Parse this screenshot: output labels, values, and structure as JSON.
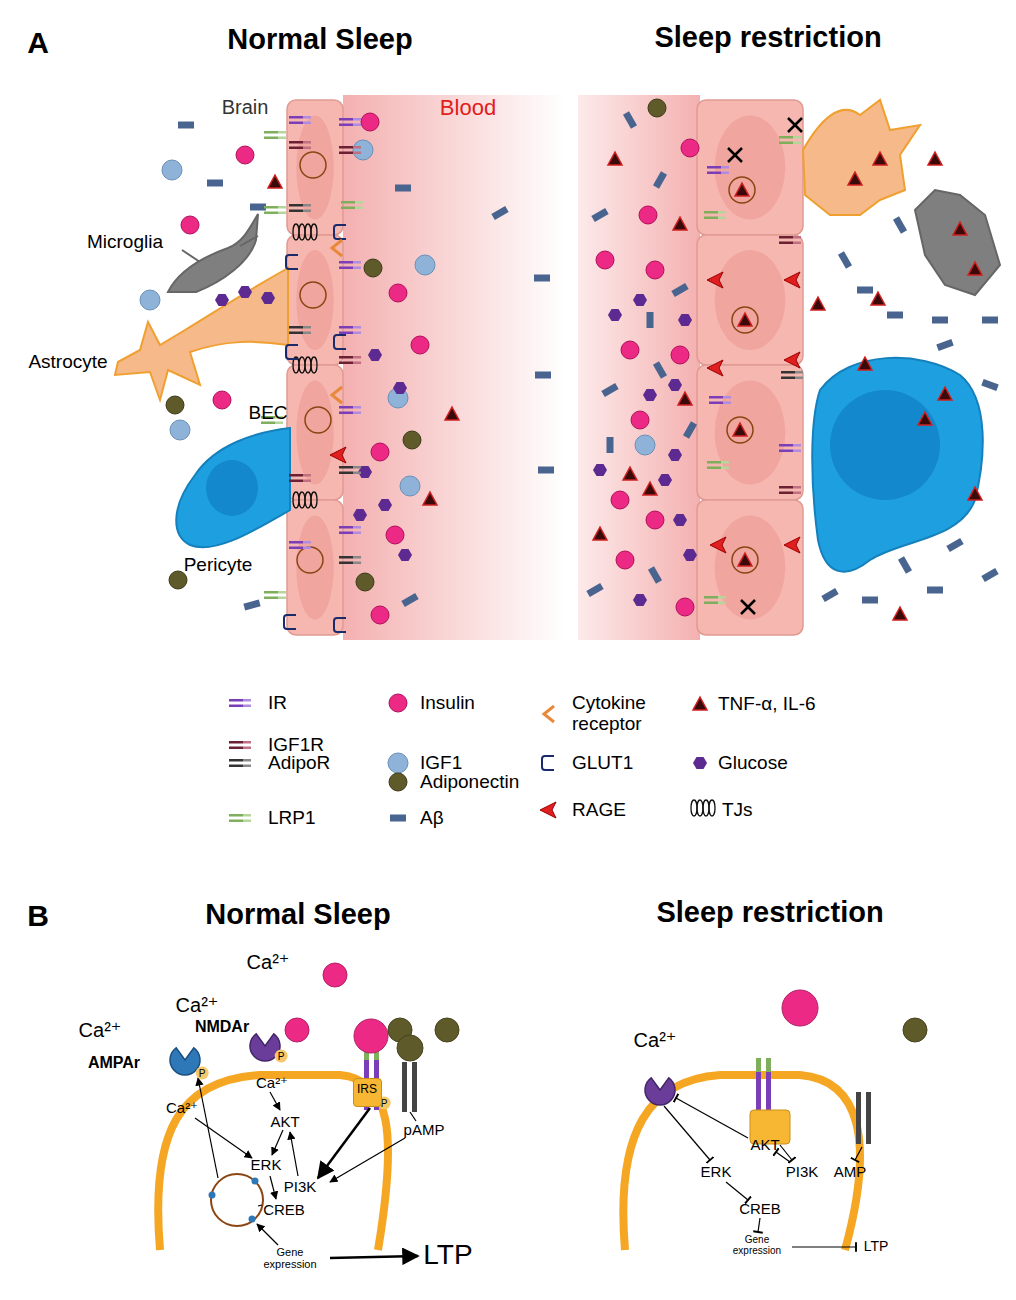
{
  "diagram": {
    "nodes": [
      {
        "text": [
          "IRS"
        ]
      }
    ],
    "labels": [
      "A",
      "Normal Sleep",
      "Sleep restriction",
      "Brain",
      "Blood",
      "Microglia",
      "Astrocyte",
      "BEC",
      "Pericyte",
      "B",
      "Normal Sleep",
      "Sleep restriction",
      "Ca²⁺",
      "Ca²⁺",
      "NMDAr",
      "Ca²⁺",
      "AMPAr",
      "P",
      "P",
      "Ca²⁺",
      "AKT",
      "Ca²⁺",
      "ERK",
      "pAMP",
      "PI3K",
      "CREB",
      "Gene expression",
      "LTP",
      "P",
      "Ca²⁺",
      "AKT",
      "ERK",
      "PI3K",
      "AMP",
      "CREB",
      "Gene expression",
      "LTP"
    ],
    "legend": [
      {
        "text": "IR"
      },
      {
        "text": "Insulin"
      },
      {
        "text": "Cytokine receptor"
      },
      {
        "text": "TNF-α, IL-6"
      },
      {
        "text": "IGF1R"
      },
      {
        "text": "IGF1"
      },
      {
        "text": "AdipoR"
      },
      {
        "text": "GLUT1"
      },
      {
        "text": "Glucose"
      },
      {
        "text": "Adiponectin"
      },
      {
        "text": "LRP1"
      },
      {
        "text": "Aβ"
      },
      {
        "text": "RAGE"
      },
      {
        "text": "TJs"
      }
    ]
  }
}
